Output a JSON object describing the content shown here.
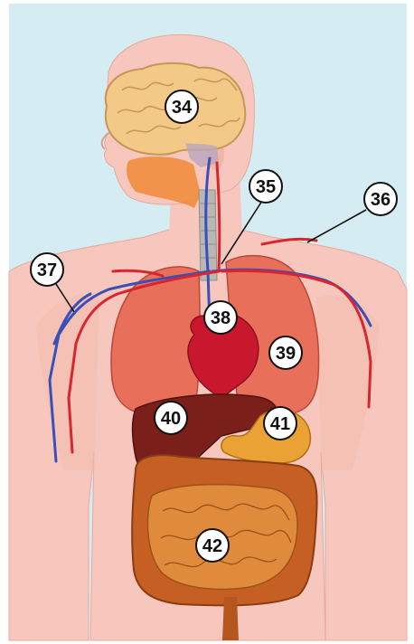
{
  "figure": {
    "background_color": "#d5ecf2",
    "skin_color": "#f7c7bd",
    "callouts": [
      {
        "id": "c34",
        "label": "34"
      },
      {
        "id": "c35",
        "label": "35"
      },
      {
        "id": "c36",
        "label": "36"
      },
      {
        "id": "c37",
        "label": "37"
      },
      {
        "id": "c38",
        "label": "38"
      },
      {
        "id": "c39",
        "label": "39"
      },
      {
        "id": "c40",
        "label": "40"
      },
      {
        "id": "c41",
        "label": "41"
      },
      {
        "id": "c42",
        "label": "42"
      }
    ]
  }
}
